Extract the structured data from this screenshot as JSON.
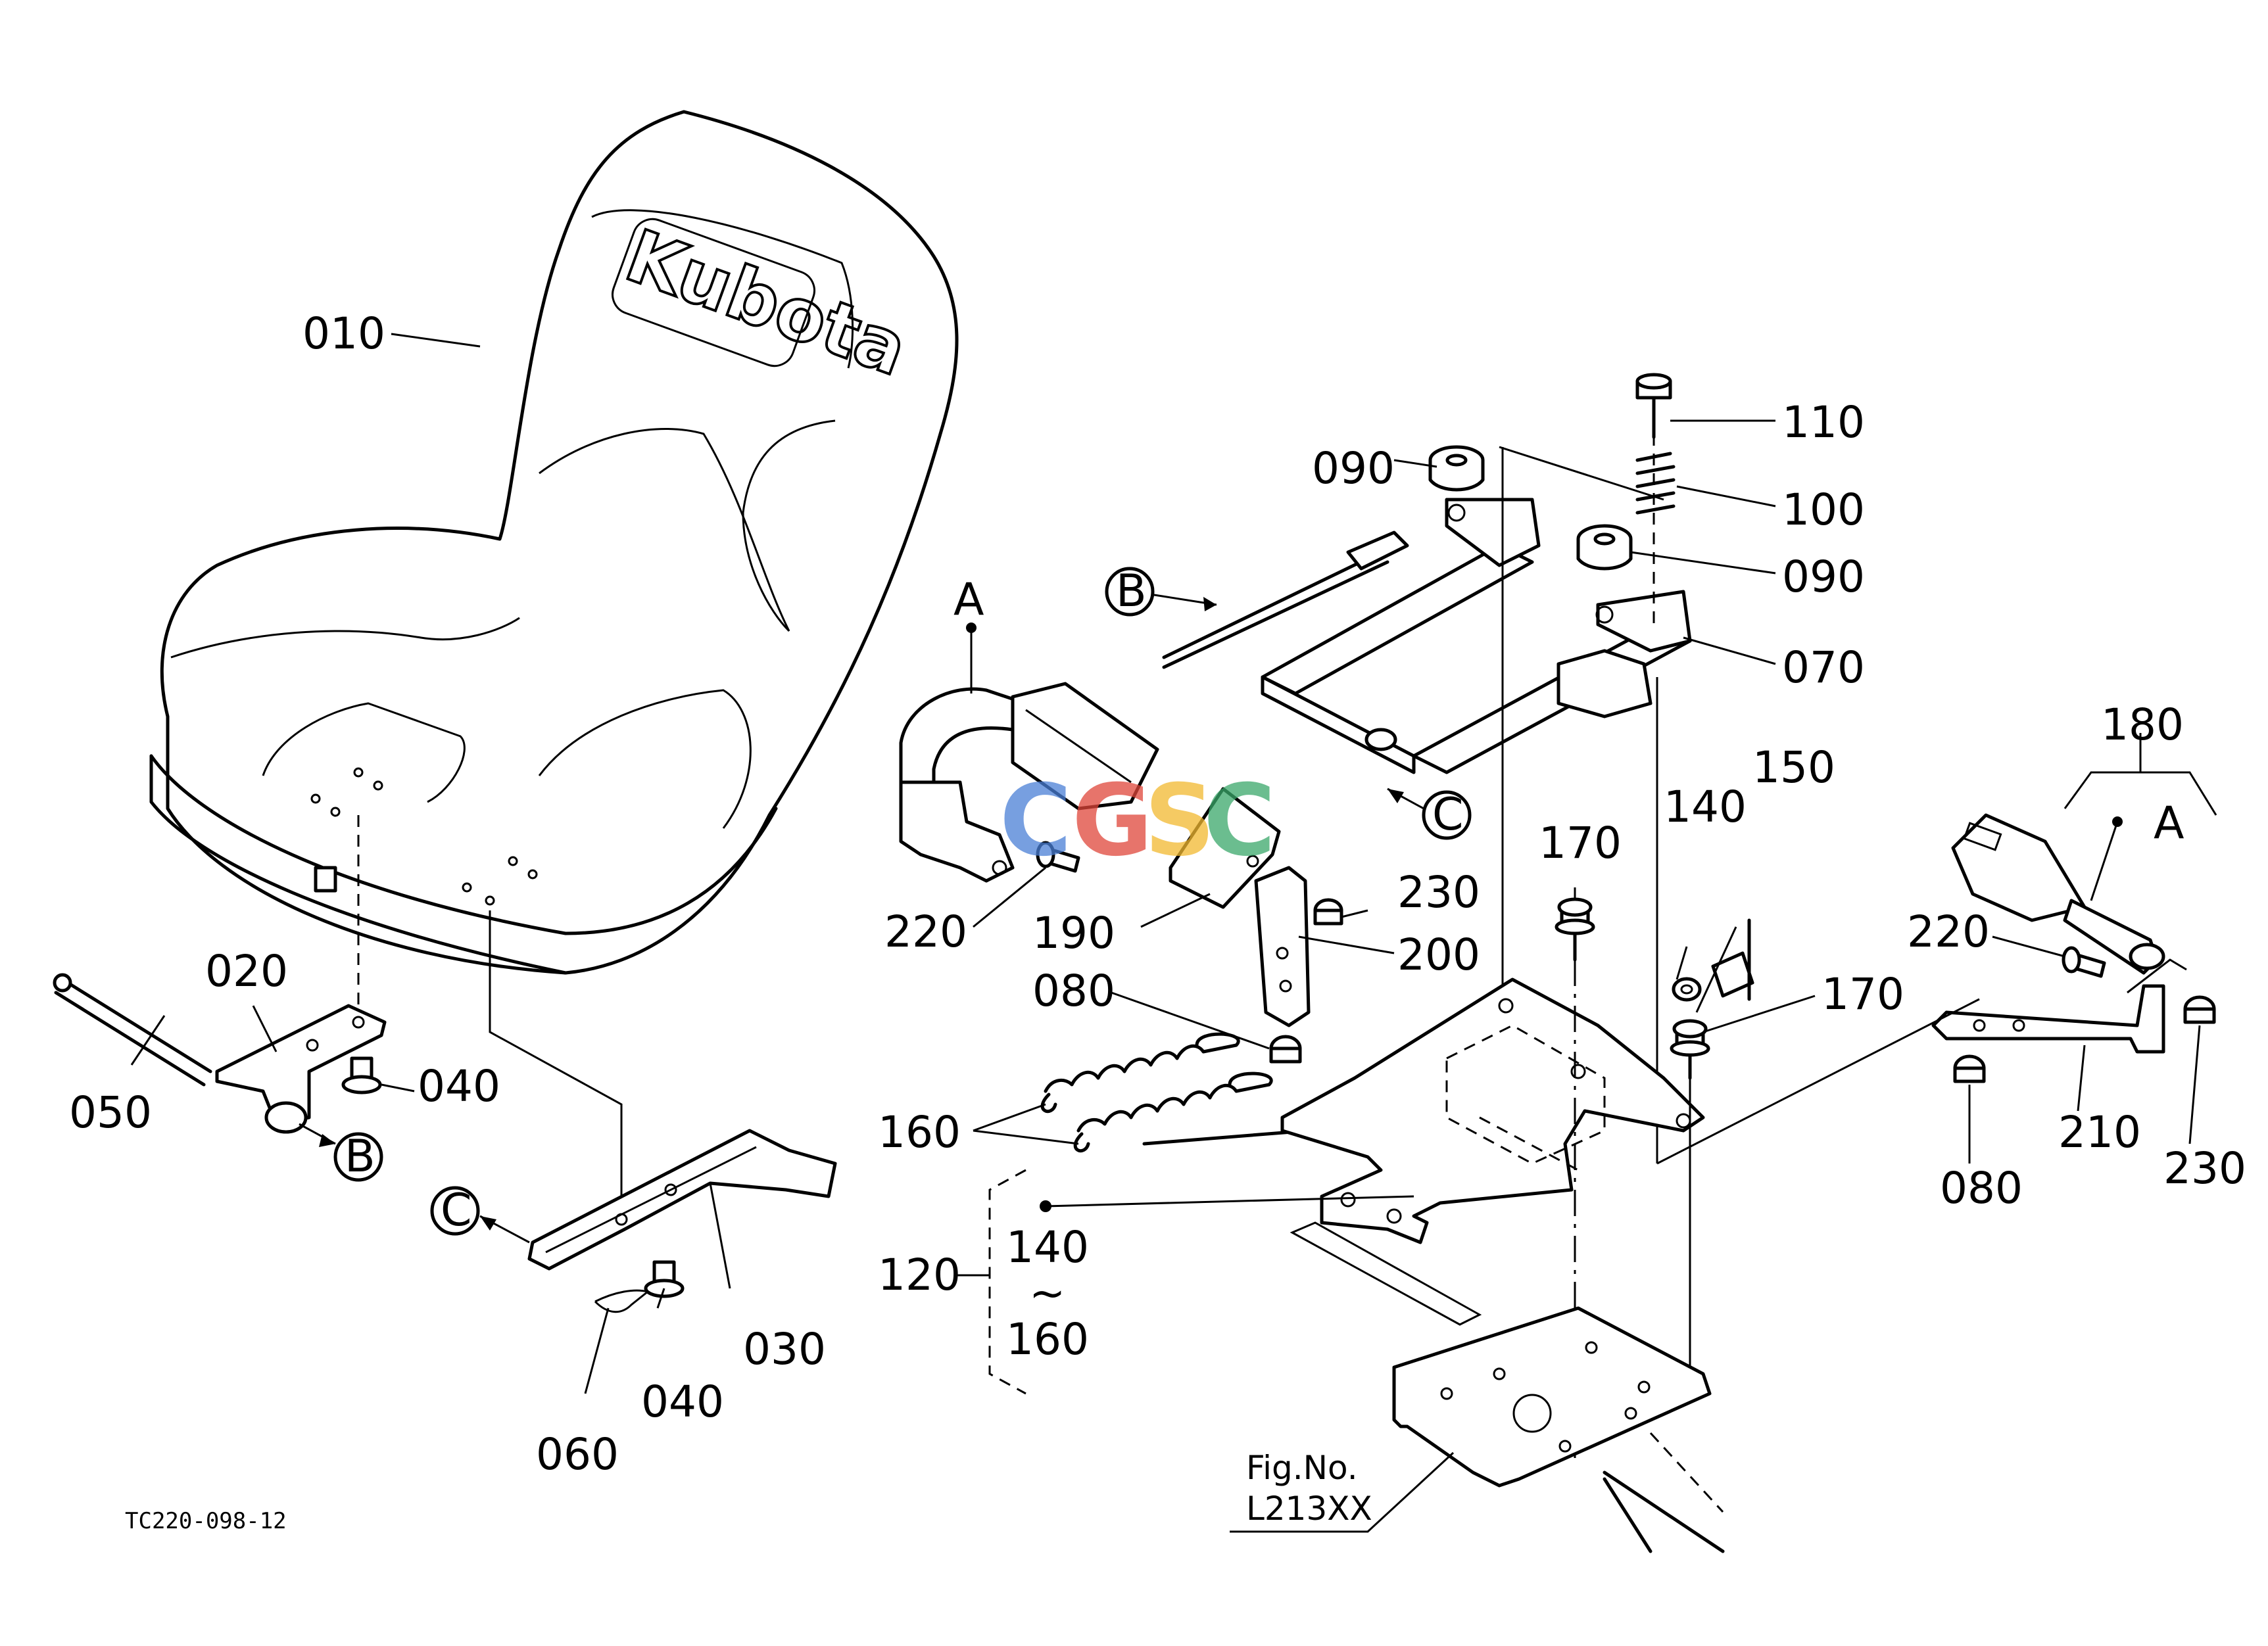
{
  "parts": {
    "p010": "010",
    "p020": "020",
    "p030": "030",
    "p040a": "040",
    "p040b": "040",
    "p050": "050",
    "p060": "060",
    "p070": "070",
    "p080a": "080",
    "p080b": "080",
    "p090a": "090",
    "p090b": "090",
    "p100": "100",
    "p110": "110",
    "p120": "120",
    "p140a": "140",
    "p140b": "140",
    "p150": "150",
    "p160a": "160",
    "p160b": "160",
    "p170a": "170",
    "p170b": "170",
    "p180": "180",
    "p190": "190",
    "p200": "200",
    "p210": "210",
    "p220a": "220",
    "p220b": "220",
    "p230a": "230",
    "p230b": "230"
  },
  "callouts": {
    "a1": "A",
    "a2": "A",
    "b1": "B",
    "b2": "B",
    "c1": "C",
    "c2": "C"
  },
  "range_sep": "~",
  "seat_logo": "Kubota",
  "watermark": {
    "letters": [
      "C",
      "G",
      "S",
      "C"
    ],
    "colors": [
      "#4a7fd6",
      "#e0463a",
      "#f2b930",
      "#3aa86a"
    ]
  },
  "fig_ref": {
    "line1": "Fig.No.",
    "line2": "L213XX"
  },
  "drawing_id": "TC220-098-12"
}
